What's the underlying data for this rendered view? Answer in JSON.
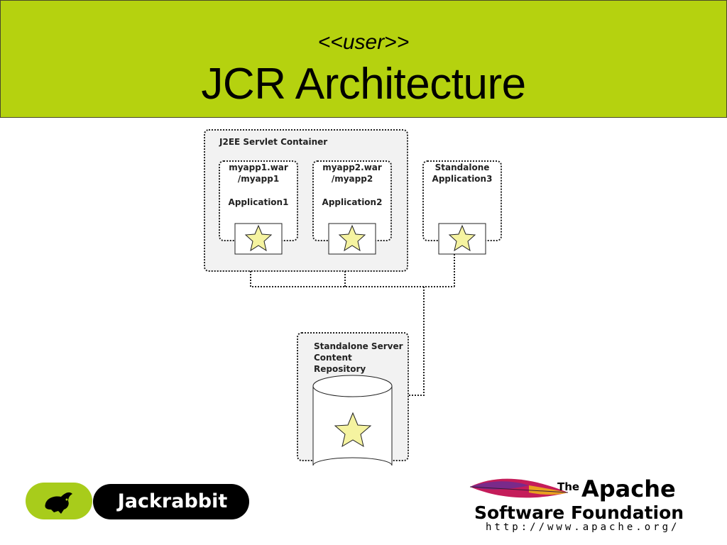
{
  "header": {
    "subtitle": "<<user>>",
    "title": "JCR Architecture",
    "background": "#b5d20f"
  },
  "diagram": {
    "servlet_container": {
      "label": "J2EE Servlet Container"
    },
    "app1": {
      "line1": "myapp1.war",
      "line2": "/myapp1",
      "line3": "Application1"
    },
    "app2": {
      "line1": "myapp2.war",
      "line2": "/myapp2",
      "line3": "Application2"
    },
    "app3": {
      "line1": "Standalone",
      "line2": "Application3"
    },
    "server": {
      "line1": "Standalone Server",
      "line2": "Content Repository"
    },
    "icons": [
      "star-icon",
      "repository-cylinder-icon"
    ],
    "star_color": "#f5f3a0"
  },
  "footer": {
    "jackrabbit_label": "Jackrabbit",
    "asf_the": "The",
    "asf_apache": "Apache",
    "asf_software_foundation": "Software Foundation",
    "asf_url": "http://www.apache.org/"
  }
}
